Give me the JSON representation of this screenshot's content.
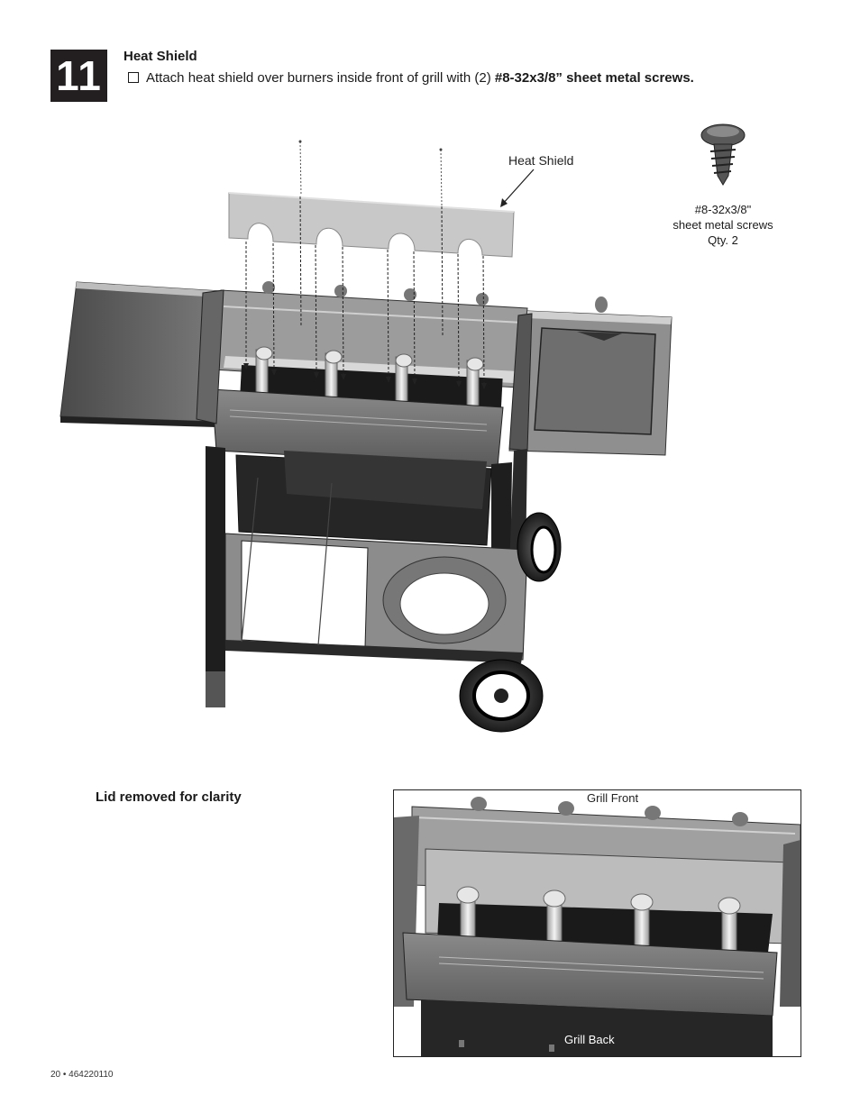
{
  "step": {
    "number": "11",
    "title": "Heat Shield",
    "instruction_prefix": "Attach heat shield over burners inside front of grill with (2) ",
    "instruction_bold": "#8-32x3/8” sheet metal screws."
  },
  "diagram": {
    "heat_shield_label": "Heat Shield"
  },
  "hardware": {
    "line1": "#8-32x3/8\"",
    "line2": "sheet metal screws",
    "line3": "Qty. 2"
  },
  "caption": "Lid removed for clarity",
  "inset": {
    "front_label": "Grill Front",
    "back_label": "Grill Back"
  },
  "footer": "20 • 464220110"
}
